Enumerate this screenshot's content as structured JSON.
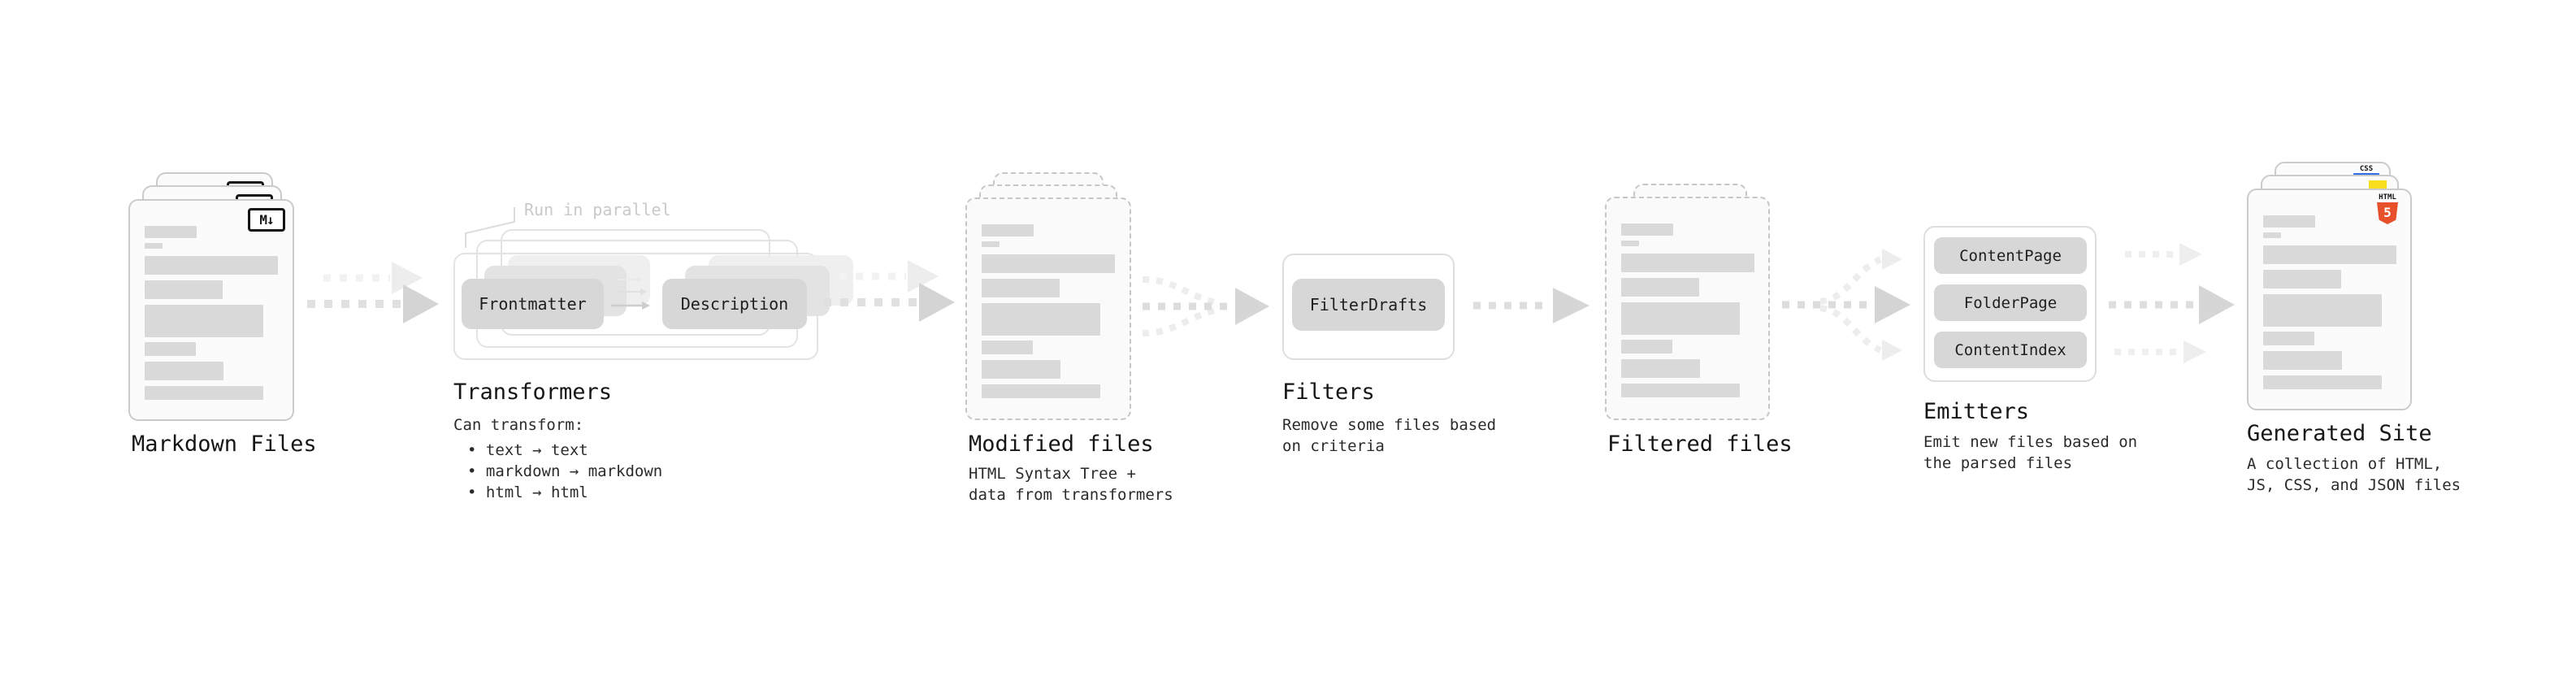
{
  "sections": {
    "markdown_files": {
      "label": "Markdown Files"
    },
    "transformers": {
      "label": "Transformers",
      "note": "Run in parallel",
      "source_button": "Frontmatter",
      "target_button": "Description",
      "desc_title": "Can transform:",
      "bullets": [
        "• text → text",
        "• markdown → markdown",
        "• html → html"
      ]
    },
    "modified_files": {
      "label": "Modified files",
      "desc_line1": "HTML Syntax Tree +",
      "desc_line2": "data from transformers"
    },
    "filters": {
      "label": "Filters",
      "button": "FilterDrafts",
      "desc_line1": "Remove some files based",
      "desc_line2": "on criteria"
    },
    "filtered_files": {
      "label": "Filtered files"
    },
    "emitters": {
      "label": "Emitters",
      "buttons": [
        "ContentPage",
        "FolderPage",
        "ContentIndex"
      ],
      "desc_line1": "Emit new files based on",
      "desc_line2": "the parsed files"
    },
    "generated_site": {
      "label": "Generated Site",
      "desc_line1": "A collection of HTML,",
      "desc_line2": "JS, CSS, and JSON files"
    }
  },
  "icons": {
    "markdown_badge": "M↓",
    "css_badge": "CSS",
    "html_badge_text": "HTML",
    "html_badge_number": "5"
  },
  "colors": {
    "html_orange": "#e8502b",
    "js_yellow": "#f7df1e",
    "css_blue": "#2f6be4",
    "arrow_gray": "#d4d4d4",
    "bar_gray": "#d9d9d9"
  }
}
